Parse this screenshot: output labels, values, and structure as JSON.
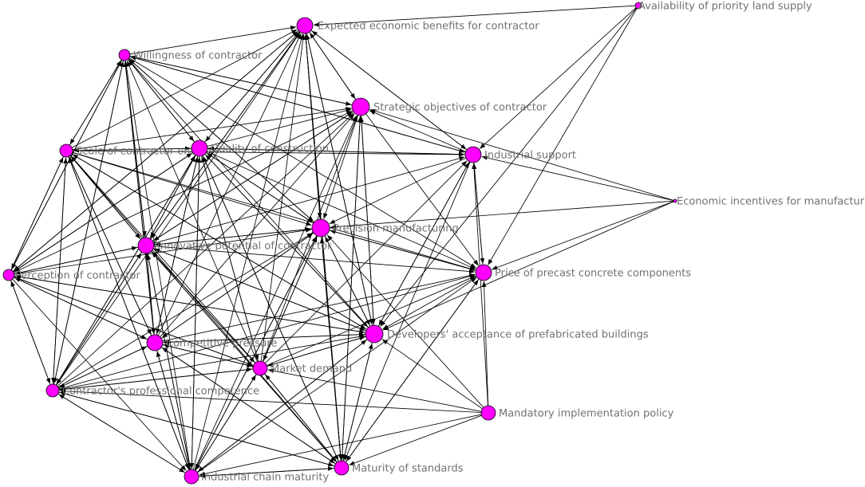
{
  "diagram": {
    "type": "directed-network",
    "colors": {
      "node_fill": "#ff00ff",
      "node_stroke": "#000000",
      "edge": "#000000",
      "label": "#707070",
      "background": "#ffffff"
    },
    "nodes": [
      {
        "id": "EB",
        "label": "Expected economic benefits for contractor"
      },
      {
        "id": "AL",
        "label": "Availability of priority land supply"
      },
      {
        "id": "WC",
        "label": "Willingness of contractor"
      },
      {
        "id": "SO",
        "label": "Strategic objectives of contractor"
      },
      {
        "id": "SC",
        "label": "Scale of contractor enter"
      },
      {
        "id": "QC",
        "label": "Quality of construction"
      },
      {
        "id": "IS",
        "label": "Industrial support"
      },
      {
        "id": "EI",
        "label": "Economic incentives for manufacturing"
      },
      {
        "id": "PM",
        "label": "Precision manufacturing"
      },
      {
        "id": "IP",
        "label": "Innovative potential of contractor"
      },
      {
        "id": "PC",
        "label": "Perception of contractor"
      },
      {
        "id": "PP",
        "label": "Price of precast concrete components"
      },
      {
        "id": "DA",
        "label": "Developers' acceptance of prefabricated buildings"
      },
      {
        "id": "CP",
        "label": "Competitive pressure"
      },
      {
        "id": "MD",
        "label": "Market demand"
      },
      {
        "id": "CC",
        "label": "Contractor's professional competence"
      },
      {
        "id": "MI",
        "label": "Mandatory implementation policy"
      },
      {
        "id": "MS",
        "label": "Maturity of standards"
      },
      {
        "id": "IC",
        "label": "Industrial chain maturity"
      }
    ],
    "edges": [
      [
        "WC",
        "EB"
      ],
      [
        "SC",
        "EB"
      ],
      [
        "QC",
        "EB"
      ],
      [
        "IP",
        "EB"
      ],
      [
        "PC",
        "EB"
      ],
      [
        "CP",
        "EB"
      ],
      [
        "MD",
        "EB"
      ],
      [
        "CC",
        "EB"
      ],
      [
        "IC",
        "EB"
      ],
      [
        "MS",
        "EB"
      ],
      [
        "PM",
        "EB"
      ],
      [
        "SO",
        "EB"
      ],
      [
        "DA",
        "EB"
      ],
      [
        "AL",
        "EB"
      ],
      [
        "IS",
        "EB"
      ],
      [
        "EB",
        "SO"
      ],
      [
        "WC",
        "SO"
      ],
      [
        "SC",
        "SO"
      ],
      [
        "QC",
        "SO"
      ],
      [
        "IP",
        "SO"
      ],
      [
        "CP",
        "SO"
      ],
      [
        "MD",
        "SO"
      ],
      [
        "CC",
        "SO"
      ],
      [
        "IC",
        "SO"
      ],
      [
        "MS",
        "SO"
      ],
      [
        "IS",
        "SO"
      ],
      [
        "PC",
        "SO"
      ],
      [
        "EI",
        "SO"
      ],
      [
        "DA",
        "SO"
      ],
      [
        "SC",
        "WC"
      ],
      [
        "QC",
        "WC"
      ],
      [
        "IP",
        "WC"
      ],
      [
        "PC",
        "WC"
      ],
      [
        "CP",
        "WC"
      ],
      [
        "MD",
        "WC"
      ],
      [
        "CC",
        "WC"
      ],
      [
        "IC",
        "WC"
      ],
      [
        "PM",
        "WC"
      ],
      [
        "DA",
        "WC"
      ],
      [
        "SO",
        "WC"
      ],
      [
        "IS",
        "WC"
      ],
      [
        "IP",
        "SC"
      ],
      [
        "PC",
        "SC"
      ],
      [
        "CC",
        "SC"
      ],
      [
        "CP",
        "SC"
      ],
      [
        "MD",
        "SC"
      ],
      [
        "WC",
        "SC"
      ],
      [
        "QC",
        "SC"
      ],
      [
        "DA",
        "SC"
      ],
      [
        "IC",
        "SC"
      ],
      [
        "WC",
        "QC"
      ],
      [
        "SC",
        "QC"
      ],
      [
        "IP",
        "QC"
      ],
      [
        "PC",
        "QC"
      ],
      [
        "CP",
        "QC"
      ],
      [
        "MD",
        "QC"
      ],
      [
        "CC",
        "QC"
      ],
      [
        "IC",
        "QC"
      ],
      [
        "MS",
        "QC"
      ],
      [
        "PM",
        "QC"
      ],
      [
        "IS",
        "QC"
      ],
      [
        "EB",
        "QC"
      ],
      [
        "DA",
        "QC"
      ],
      [
        "EI",
        "IS"
      ],
      [
        "AL",
        "IS"
      ],
      [
        "MI",
        "IS"
      ],
      [
        "PP",
        "IS"
      ],
      [
        "SC",
        "IS"
      ],
      [
        "QC",
        "IS"
      ],
      [
        "IP",
        "IS"
      ],
      [
        "EB",
        "IS"
      ],
      [
        "WC",
        "IS"
      ],
      [
        "DA",
        "IS"
      ],
      [
        "MD",
        "IS"
      ],
      [
        "EB",
        "PM"
      ],
      [
        "WC",
        "PM"
      ],
      [
        "SO",
        "PM"
      ],
      [
        "SC",
        "PM"
      ],
      [
        "QC",
        "PM"
      ],
      [
        "IP",
        "PM"
      ],
      [
        "PC",
        "PM"
      ],
      [
        "CP",
        "PM"
      ],
      [
        "MD",
        "PM"
      ],
      [
        "CC",
        "PM"
      ],
      [
        "IC",
        "PM"
      ],
      [
        "MS",
        "PM"
      ],
      [
        "IS",
        "PM"
      ],
      [
        "PP",
        "PM"
      ],
      [
        "EI",
        "PM"
      ],
      [
        "MI",
        "PM"
      ],
      [
        "DA",
        "PM"
      ],
      [
        "EB",
        "IP"
      ],
      [
        "WC",
        "IP"
      ],
      [
        "SO",
        "IP"
      ],
      [
        "SC",
        "IP"
      ],
      [
        "QC",
        "IP"
      ],
      [
        "PC",
        "IP"
      ],
      [
        "CP",
        "IP"
      ],
      [
        "MD",
        "IP"
      ],
      [
        "CC",
        "IP"
      ],
      [
        "IC",
        "IP"
      ],
      [
        "MS",
        "IP"
      ],
      [
        "PM",
        "IP"
      ],
      [
        "DA",
        "IP"
      ],
      [
        "WC",
        "PC"
      ],
      [
        "SC",
        "PC"
      ],
      [
        "QC",
        "PC"
      ],
      [
        "IP",
        "PC"
      ],
      [
        "EB",
        "PC"
      ],
      [
        "CP",
        "PC"
      ],
      [
        "MD",
        "PC"
      ],
      [
        "CC",
        "PC"
      ],
      [
        "DA",
        "PC"
      ],
      [
        "EI",
        "PP"
      ],
      [
        "AL",
        "PP"
      ],
      [
        "MI",
        "PP"
      ],
      [
        "IS",
        "PP"
      ],
      [
        "PM",
        "PP"
      ],
      [
        "SC",
        "PP"
      ],
      [
        "QC",
        "PP"
      ],
      [
        "IP",
        "PP"
      ],
      [
        "WC",
        "PP"
      ],
      [
        "SO",
        "PP"
      ],
      [
        "MD",
        "PP"
      ],
      [
        "CP",
        "PP"
      ],
      [
        "CC",
        "PP"
      ],
      [
        "IC",
        "PP"
      ],
      [
        "MS",
        "PP"
      ],
      [
        "PP",
        "DA"
      ],
      [
        "MI",
        "DA"
      ],
      [
        "IS",
        "DA"
      ],
      [
        "PM",
        "DA"
      ],
      [
        "QC",
        "DA"
      ],
      [
        "SC",
        "DA"
      ],
      [
        "IP",
        "DA"
      ],
      [
        "CP",
        "DA"
      ],
      [
        "MD",
        "DA"
      ],
      [
        "CC",
        "DA"
      ],
      [
        "IC",
        "DA"
      ],
      [
        "MS",
        "DA"
      ],
      [
        "PC",
        "DA"
      ],
      [
        "SO",
        "DA"
      ],
      [
        "EB",
        "DA"
      ],
      [
        "EI",
        "DA"
      ],
      [
        "AL",
        "DA"
      ],
      [
        "WC",
        "CP"
      ],
      [
        "SC",
        "CP"
      ],
      [
        "QC",
        "CP"
      ],
      [
        "IP",
        "CP"
      ],
      [
        "PC",
        "CP"
      ],
      [
        "MD",
        "CP"
      ],
      [
        "CC",
        "CP"
      ],
      [
        "IC",
        "CP"
      ],
      [
        "MS",
        "CP"
      ],
      [
        "DA",
        "CP"
      ],
      [
        "PM",
        "CP"
      ],
      [
        "PC",
        "MD"
      ],
      [
        "CP",
        "MD"
      ],
      [
        "CC",
        "MD"
      ],
      [
        "IC",
        "MD"
      ],
      [
        "MS",
        "MD"
      ],
      [
        "MI",
        "MD"
      ],
      [
        "DA",
        "MD"
      ],
      [
        "PM",
        "MD"
      ],
      [
        "IP",
        "MD"
      ],
      [
        "QC",
        "MD"
      ],
      [
        "PC",
        "CC"
      ],
      [
        "SC",
        "CC"
      ],
      [
        "IP",
        "CC"
      ],
      [
        "CP",
        "CC"
      ],
      [
        "MD",
        "CC"
      ],
      [
        "IC",
        "CC"
      ],
      [
        "MS",
        "CC"
      ],
      [
        "MI",
        "CC"
      ],
      [
        "WC",
        "CC"
      ],
      [
        "QC",
        "CC"
      ],
      [
        "EB",
        "MS"
      ],
      [
        "SO",
        "MS"
      ],
      [
        "PM",
        "MS"
      ],
      [
        "IP",
        "MS"
      ],
      [
        "QC",
        "MS"
      ],
      [
        "SC",
        "MS"
      ],
      [
        "CP",
        "MS"
      ],
      [
        "MD",
        "MS"
      ],
      [
        "CC",
        "MS"
      ],
      [
        "IC",
        "MS"
      ],
      [
        "MI",
        "MS"
      ],
      [
        "PP",
        "MS"
      ],
      [
        "DA",
        "MS"
      ],
      [
        "IS",
        "MS"
      ],
      [
        "CP",
        "IC"
      ],
      [
        "MD",
        "IC"
      ],
      [
        "IP",
        "IC"
      ],
      [
        "PM",
        "IC"
      ],
      [
        "QC",
        "IC"
      ],
      [
        "SC",
        "IC"
      ],
      [
        "CC",
        "IC"
      ],
      [
        "PC",
        "IC"
      ],
      [
        "DA",
        "IC"
      ],
      [
        "MS",
        "IC"
      ],
      [
        "MI",
        "IC"
      ]
    ]
  }
}
